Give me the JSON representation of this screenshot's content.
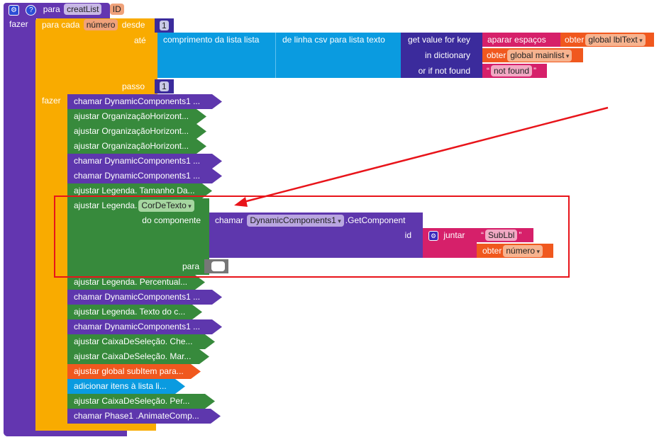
{
  "procedure": {
    "keyword": "para",
    "name": "creatList",
    "param": "ID",
    "do_label": "fazer"
  },
  "loop": {
    "label": "para cada",
    "var": "número",
    "from_label": "desde",
    "from": "1",
    "to_label": "até",
    "step_label": "passo",
    "step": "1",
    "do_label": "fazer"
  },
  "length_block": {
    "label": "comprimento da lista  lista"
  },
  "csv_block": {
    "label": "de linha csv para lista  texto"
  },
  "dict_block": {
    "key_label": "get value for key",
    "dict_label": "in dictionary",
    "notfound_label": "or if not found"
  },
  "trim_block": {
    "label": "aparar espaços"
  },
  "get_lbltext": {
    "label": "obter",
    "var": "global lblText"
  },
  "get_mainlist": {
    "label": "obter",
    "var": "global mainlist"
  },
  "notfound_text": {
    "value": "not found"
  },
  "statements_before": [
    {
      "text": "chamar  DynamicComponents1 ...",
      "color": "#5e37ad",
      "w": 218
    },
    {
      "text": "ajustar OrganizaçãoHorizont...",
      "color": "#378a3c",
      "w": 196
    },
    {
      "text": "ajustar OrganizaçãoHorizont...",
      "color": "#378a3c",
      "w": 196
    },
    {
      "text": "ajustar OrganizaçãoHorizont...",
      "color": "#378a3c",
      "w": 196
    },
    {
      "text": "chamar  DynamicComponents1 ...",
      "color": "#5e37ad",
      "w": 218
    },
    {
      "text": "chamar  DynamicComponents1 ...",
      "color": "#5e37ad",
      "w": 218
    },
    {
      "text": "ajustar Legenda. Tamanho Da...",
      "color": "#378a3c",
      "w": 204
    }
  ],
  "setter": {
    "label": "ajustar Legenda.",
    "property": "CorDeTexto",
    "component_label": "do componente",
    "to_label": "para"
  },
  "get_component": {
    "label": "chamar",
    "component": "DynamicComponents1",
    "method": ".GetComponent",
    "id_label": "id"
  },
  "join_block": {
    "label": "juntar",
    "text": "SubLbl"
  },
  "get_numero": {
    "label": "obter",
    "var": "número"
  },
  "statements_after": [
    {
      "text": "ajustar Legenda. Percentual...",
      "color": "#378a3c",
      "w": 194
    },
    {
      "text": "chamar  DynamicComponents1 ...",
      "color": "#5e37ad",
      "w": 218
    },
    {
      "text": "ajustar Legenda. Texto do c...",
      "color": "#378a3c",
      "w": 190
    },
    {
      "text": "chamar  DynamicComponents1 ...",
      "color": "#5e37ad",
      "w": 218
    },
    {
      "text": "ajustar CaixaDeSeleção. Che...",
      "color": "#378a3c",
      "w": 208
    },
    {
      "text": "ajustar CaixaDeSeleção. Mar...",
      "color": "#378a3c",
      "w": 200
    },
    {
      "text": "ajustar global subItem para...",
      "color": "#f0581e",
      "w": 188
    },
    {
      "text": "adicionar itens à lista  li...",
      "color": "#0a9be0",
      "w": 166
    },
    {
      "text": "ajustar CaixaDeSeleção. Per...",
      "color": "#378a3c",
      "w": 208
    },
    {
      "text": "chamar  Phase1 .AnimateComp...",
      "color": "#5e37ad",
      "w": 216
    }
  ],
  "colors": {
    "annotation": "#e8141a"
  }
}
